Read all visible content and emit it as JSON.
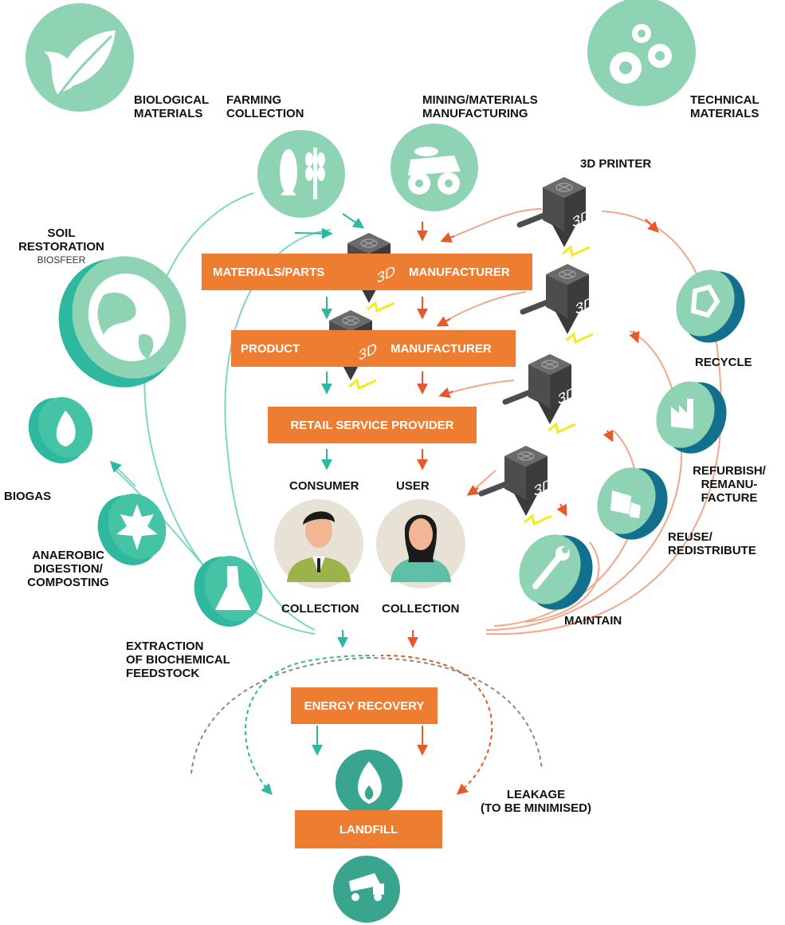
{
  "colors": {
    "orange": "#ed7d31",
    "teal": "#2fb8a0",
    "light_green": "#8dd3b4",
    "mint": "#45c3a5",
    "dark_teal": "#1f7f8c",
    "blue_rim": "#136f8e",
    "salmon": "#f5a58a",
    "gray": "#8a8a8a",
    "printer": "#4d4d4d",
    "yellow": "#f6ea1a"
  },
  "labels": {
    "biological_materials": "BIOLOGICAL\nMATERIALS",
    "farming_collection": "FARMING\nCOLLECTION",
    "mining": "MINING/MATERIALS\nMANUFACTURING",
    "technical_materials": "TECHNICAL\nMATERIALS",
    "printer": "3D PRINTER",
    "soil_restoration": "SOIL\nRESTORATION",
    "biosfeer": "BIOSFEER",
    "biogas": "BIOGAS",
    "anaerobic": "ANAEROBIC\nDIGESTION/\nCOMPOSTING",
    "extraction": "EXTRACTION\nOF BIOCHEMICAL\nFEEDSTOCK",
    "recycle": "RECYCLE",
    "refurbish": "REFURBISH/\nREMANU-\nFACTURE",
    "reuse": "REUSE/\nREDISTRIBUTE",
    "maintain": "MAINTAIN",
    "consumer": "CONSUMER",
    "user": "USER",
    "collection_left": "COLLECTION",
    "collection_right": "COLLECTION",
    "leakage": "LEAKAGE\n(TO BE MINIMISED)",
    "cube_text": "3D"
  },
  "boxes": {
    "materials_parts": "MATERIALS/PARTS",
    "manufacturer_1": "MANUFACTURER",
    "product": "PRODUCT",
    "manufacturer_2": "MANUFACTURER",
    "retail": "RETAIL SERVICE PROVIDER",
    "energy_recovery": "ENERGY RECOVERY",
    "landfill": "LANDFILL"
  },
  "icons": [
    "leaf-icon",
    "gears-icon",
    "fish-wheat-icon",
    "mining-truck-icon",
    "globe-icon",
    "flame-icon",
    "maple-leaf-icon",
    "flask-icon",
    "recycle-icon",
    "factory-icon",
    "delivery-truck-icon",
    "wrench-icon",
    "dump-truck-icon",
    "3d-printer-icon",
    "consumer-avatar",
    "user-avatar"
  ]
}
